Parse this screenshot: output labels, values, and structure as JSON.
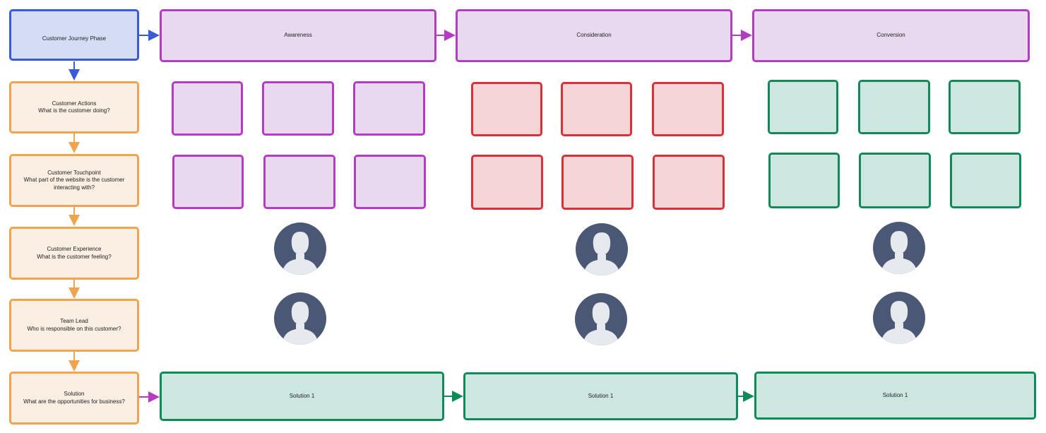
{
  "rows": [
    {
      "title": "Customer Journey Phase",
      "subtitle": ""
    },
    {
      "title": "Customer Actions",
      "subtitle": "What is the customer doing?"
    },
    {
      "title": "Customer Touchpoint",
      "subtitle": "What part of the website is the customer\ninteracting with?"
    },
    {
      "title": "Customer Experience",
      "subtitle": "What is the customer feeling?"
    },
    {
      "title": "Team Lead",
      "subtitle": "Who is responsible on this customer?"
    },
    {
      "title": "Solution",
      "subtitle": "What are the opportunities for business?"
    }
  ],
  "phases": [
    "Awareness",
    "Consideration",
    "Conversion"
  ],
  "solutions": [
    "Solution 1",
    "Solution 1",
    "Solution 1"
  ],
  "colors": {
    "header_blue": "#3b5bd6",
    "phase_purple": "#b43cc4",
    "consideration_red": "#d9303a",
    "conversion_green": "#118a5a",
    "row_orange": "#f0a44f",
    "avatar_dark": "#4a5775"
  },
  "icons": [
    "avatar-icon"
  ]
}
